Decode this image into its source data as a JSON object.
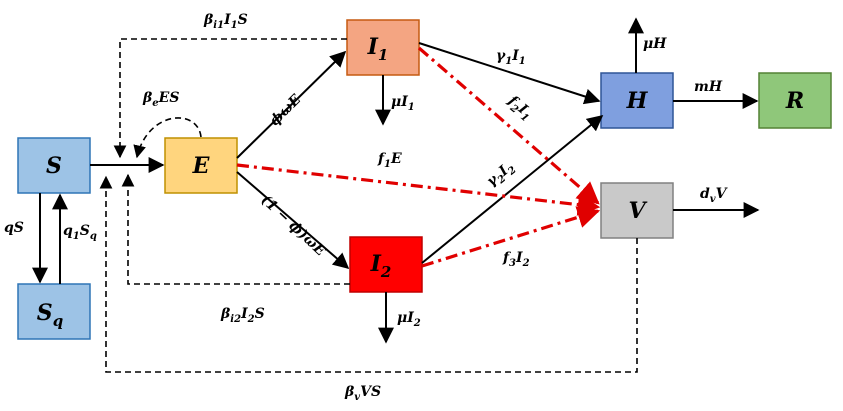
{
  "nodes": {
    "S": "S",
    "Sq": {
      "main": "S",
      "sub": "q"
    },
    "E": "E",
    "I1": {
      "main": "I",
      "sub": "1"
    },
    "I2": {
      "main": "I",
      "sub": "2"
    },
    "H": "H",
    "R": "R",
    "V": "V"
  },
  "labels": {
    "beta_i1": {
      "a": "β",
      "a_sub": "i1",
      "b": "I",
      "b_sub": "1",
      "c": "S"
    },
    "beta_e": {
      "a": "β",
      "a_sub": "e",
      "b": "ES"
    },
    "phi_omega": "ϕωE",
    "one_minus_phi": "(1 − ϕ)ωE",
    "f1E": {
      "a": "f",
      "a_sub": "1",
      "b": "E"
    },
    "gamma1": {
      "a": "γ",
      "a_sub": "1",
      "b": "I",
      "b_sub": "1"
    },
    "gamma2": {
      "a": "γ",
      "a_sub": "2",
      "b": "I",
      "b_sub": "2"
    },
    "f2I1": {
      "a": "f",
      "a_sub": "2",
      "b": "I",
      "b_sub": "1"
    },
    "f3I2": {
      "a": "f",
      "a_sub": "3",
      "b": "I",
      "b_sub": "2"
    },
    "muI1": {
      "a": "μI",
      "a_sub": "1"
    },
    "muI2": {
      "a": "μI",
      "a_sub": "2"
    },
    "muH": "μH",
    "mH": "mH",
    "dvV": {
      "a": "d",
      "a_sub": "v",
      "b": "V"
    },
    "qS": "qS",
    "q1Sq": {
      "a": "q",
      "a_sub": "1",
      "b": "S",
      "b_sub": "q"
    },
    "beta_i2": {
      "a": "β",
      "a_sub": "i2",
      "b": "I",
      "b_sub": "2",
      "c": "S"
    },
    "beta_v": {
      "a": "β",
      "a_sub": "v",
      "b": "VS"
    }
  },
  "colors": {
    "S_fill": "#9dc3e6",
    "S_stroke": "#2e75b6",
    "E_fill": "#ffd57e",
    "E_stroke": "#bf9000",
    "I1_fill": "#f4a582",
    "I1_stroke": "#c55a11",
    "I2_fill": "#ff0000",
    "I2_stroke": "#c00000",
    "H_fill": "#7f9fdf",
    "H_stroke": "#2f5597",
    "R_fill": "#8fc77a",
    "R_stroke": "#548235",
    "V_fill": "#c9c9c9",
    "V_stroke": "#808080",
    "red_dash": "#e00000"
  }
}
